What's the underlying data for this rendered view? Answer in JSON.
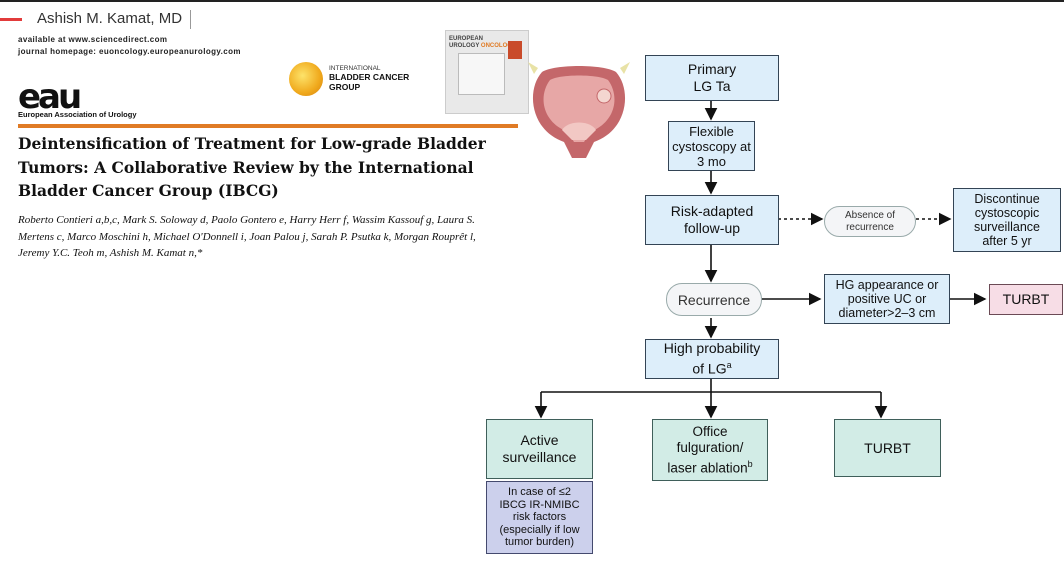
{
  "header": {
    "author": "Ashish M. Kamat, MD"
  },
  "journal": {
    "line1": "available at www.sciencedirect.com",
    "line2": "journal homepage: euoncology.europeanurology.com",
    "logo_text": "eau",
    "logo_sub": "European Association of Urology"
  },
  "ibcg_logo": {
    "line1": "INTERNATIONAL",
    "line2": "BLADDER CANCER",
    "line3": "GROUP"
  },
  "cover": {
    "line1": "EUROPEAN",
    "line2a": "UROLOGY",
    "line2b": "ONCOLOGY"
  },
  "paper": {
    "title": "Deintensification of Treatment for Low-grade Bladder Tumors: A Collaborative Review by the International Bladder Cancer Group (IBCG)",
    "authors": "Roberto Contieri a,b,c, Mark S. Soloway d, Paolo Gontero e, Harry Herr f, Wassim Kassouf g, Laura S. Mertens c, Marco Moschini h, Michael O'Donnell i, Joan Palou j, Sarah P. Psutka k, Morgan Rouprêt l, Jeremy Y.C. Teoh m, Ashish M. Kamat n,*"
  },
  "flow": {
    "primary": [
      "Primary",
      "LG Ta"
    ],
    "cysto": [
      "Flexible",
      "cystoscopy at",
      "3 mo"
    ],
    "risk": [
      "Risk-adapted",
      "follow-up"
    ],
    "absence": [
      "Absence of",
      "recurrence"
    ],
    "discontinue": [
      "Discontinue",
      "cystoscopic",
      "surveillance",
      "after 5 yr"
    ],
    "recurrence": "Recurrence",
    "hg": [
      "HG appearance or",
      "positive UC or",
      "diameter>2–3 cm"
    ],
    "turbt_right": "TURBT",
    "highprob": [
      "High probability",
      "of LG",
      "a"
    ],
    "active": [
      "Active",
      "surveillance"
    ],
    "office": [
      "Office",
      "fulguration/",
      "laser ablation",
      "b"
    ],
    "turbt_bottom": "TURBT",
    "incase": [
      "In case of ≤2",
      "IBCG IR-NMIBC",
      "risk factors",
      "(especially if low",
      "tumor burden)"
    ]
  },
  "colors": {
    "accent": "#e07b25",
    "box_blue": "#ddeefa",
    "box_green": "#d2ece6",
    "box_pink": "#f7dde6",
    "box_lavender": "#ccd0ec"
  }
}
